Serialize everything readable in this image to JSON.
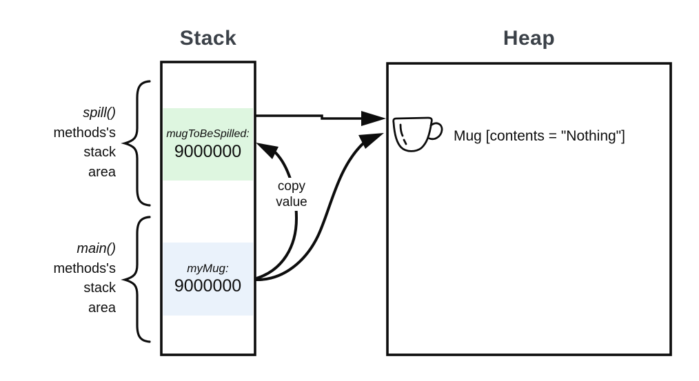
{
  "colors": {
    "title": "#3b4148",
    "outline": "#0d0d0d",
    "spill_cell_bg": "#def6e0",
    "main_cell_bg": "#eaf2fb"
  },
  "stack": {
    "title": "Stack",
    "frames": [
      {
        "area": "spill",
        "variable": "mugToBeSpilled:",
        "value": "9000000"
      },
      {
        "area": "main",
        "variable": "myMug:",
        "value": "9000000"
      }
    ]
  },
  "heap": {
    "title": "Heap",
    "object": {
      "icon": "mug-icon",
      "label": "Mug [contents = \"Nothing\"]"
    }
  },
  "annotations": {
    "spill_area": {
      "lines": [
        "spill()",
        "methods's",
        "stack",
        "area"
      ]
    },
    "main_area": {
      "lines": [
        "main()",
        "methods's",
        "stack",
        "area"
      ]
    },
    "copy_value": "copy value"
  }
}
